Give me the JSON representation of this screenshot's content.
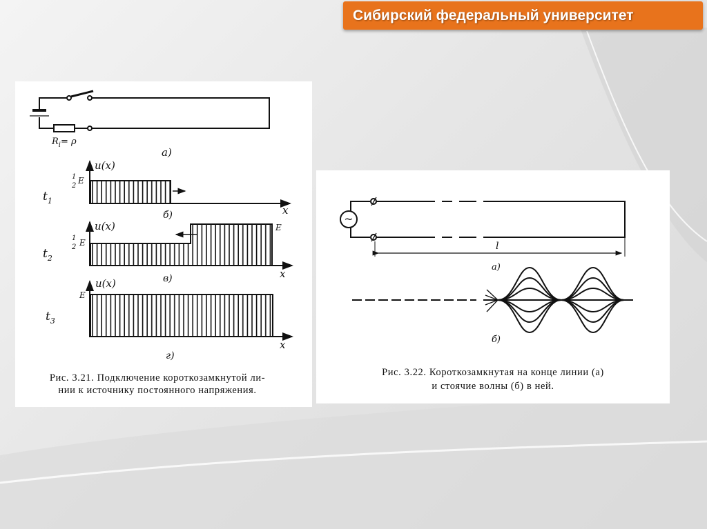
{
  "header": {
    "title": "Сибирский федеральный университет"
  },
  "figure_left": {
    "circuit_label": "а)",
    "resistor_label": "R",
    "resistor_sub": "i",
    "resistor_eq": "= ρ",
    "axis_label": "u(x)",
    "x_label": "x",
    "half": "1",
    "half_den": "2",
    "E": "E",
    "panels": [
      {
        "time": "t",
        "time_sub": "1",
        "label": "б)"
      },
      {
        "time": "t",
        "time_sub": "2",
        "label": "в)"
      },
      {
        "time": "t",
        "time_sub": "3",
        "label": "г)"
      }
    ],
    "caption_line1": "Рис. 3.21. Подключение короткозамкнутой ли-",
    "caption_line2": "нии к источнику постоянного напряжения."
  },
  "figure_right": {
    "generator_symbol": "~",
    "length_label": "l",
    "label_a": "а)",
    "label_b": "б)",
    "caption_line1": "Рис. 3.22. Короткозамкнутая на конце линии (а)",
    "caption_line2": "и стоячие волны (б) в ней."
  },
  "colors": {
    "accent": "#e8731c"
  }
}
